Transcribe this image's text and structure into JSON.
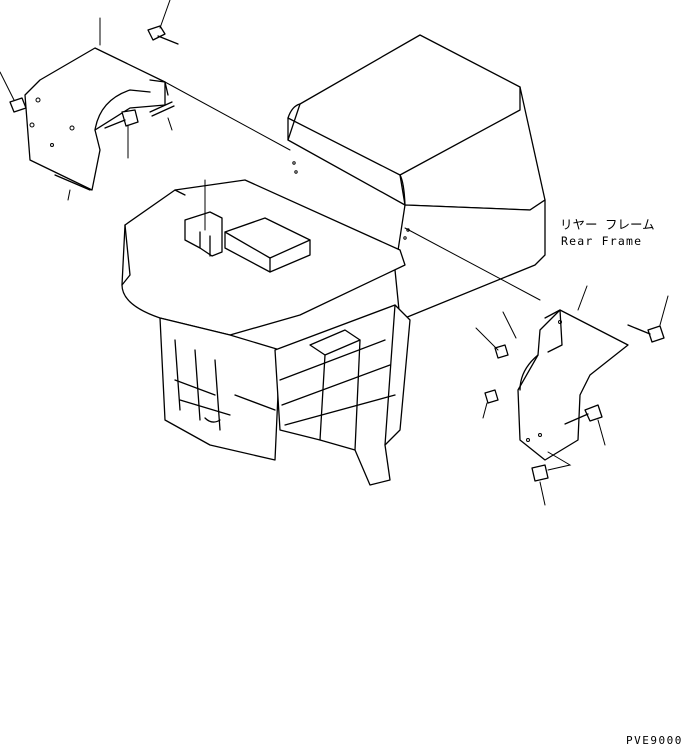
{
  "labels": {
    "rear_frame_jp": "リヤー フレーム",
    "rear_frame_en": "Rear Frame",
    "drawing_code": "PVE9000"
  },
  "colors": {
    "line": "#000000",
    "background": "#ffffff"
  }
}
